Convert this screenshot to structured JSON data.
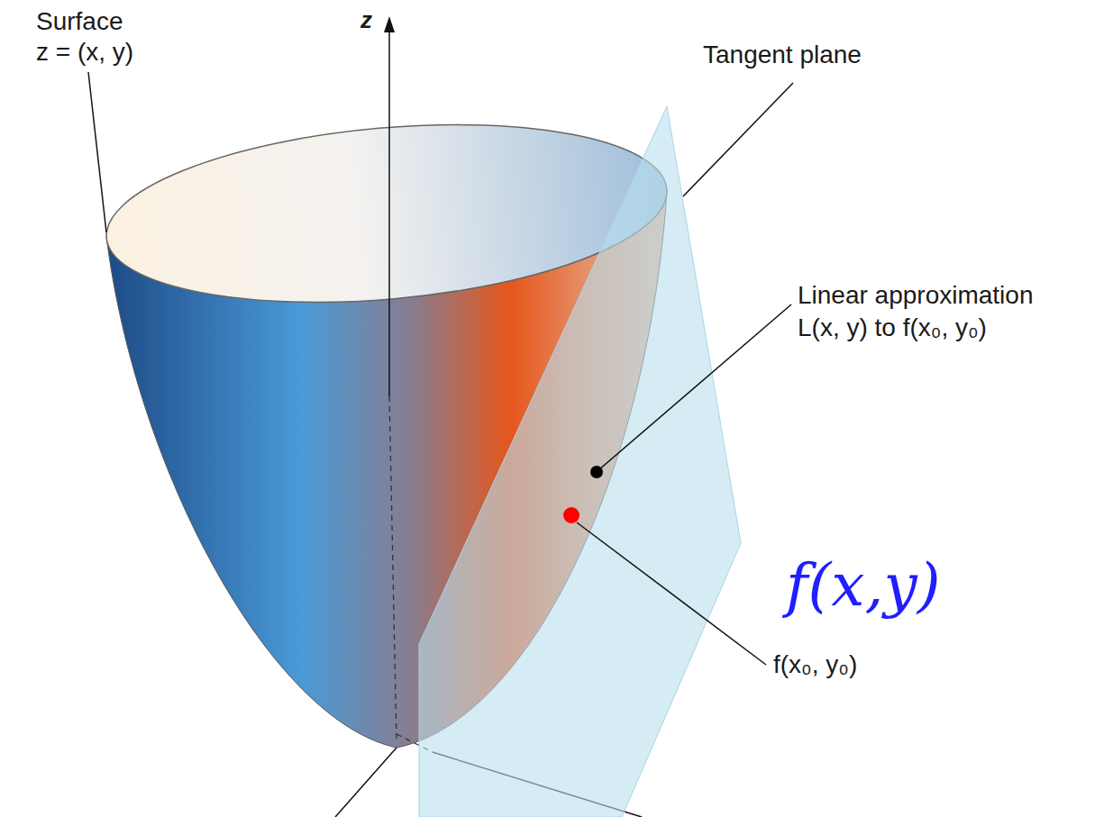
{
  "diagram": {
    "labels": [
      "Surface",
      "z = (x, y)",
      "z",
      "Tangent plane",
      "Linear approximation",
      "L(x, y) to f(x₀, y₀)",
      "f(x,y)",
      "f(x₀, y₀)"
    ]
  }
}
